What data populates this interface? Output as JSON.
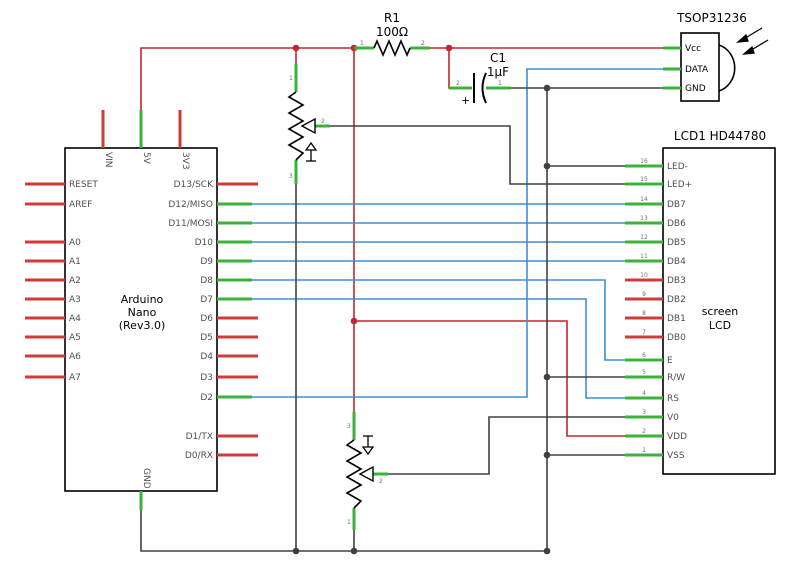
{
  "colors": {
    "power": "#c1272d",
    "signal": "#418dd9",
    "ground": "#404040",
    "pin_red": "#d23a3a",
    "pin_green": "#3bb33b",
    "body": "#000000"
  },
  "arduino": {
    "name": "Arduino",
    "name2": "Nano",
    "name3": "(Rev3.0)",
    "pins_left": [
      "RESET",
      "AREF",
      "A0",
      "A1",
      "A2",
      "A3",
      "A4",
      "A5",
      "A6",
      "A7"
    ],
    "pins_right": [
      "D13/SCK",
      "D12/MISO",
      "D11/MOSI",
      "D10",
      "D9",
      "D8",
      "D7",
      "D6",
      "D5",
      "D4",
      "D3",
      "D2",
      "D1/TX",
      "D0/RX"
    ],
    "pins_top": [
      "VIN",
      "5V",
      "3V3"
    ],
    "pin_bottom": "GND"
  },
  "lcd": {
    "title": "LCD1 HD44780",
    "screen": "screen",
    "screen2": "LCD",
    "pins": [
      "LED-",
      "LED+",
      "DB7",
      "DB6",
      "DB5",
      "DB4",
      "DB3",
      "DB2",
      "DB1",
      "DB0",
      "E",
      "R/W",
      "RS",
      "V0",
      "VDD",
      "VSS"
    ],
    "pin_numbers": [
      "16",
      "15",
      "14",
      "13",
      "12",
      "11",
      "10",
      "9",
      "8",
      "7",
      "6",
      "5",
      "4",
      "3",
      "2",
      "1"
    ]
  },
  "resistor": {
    "name": "R1",
    "value": "100Ω",
    "pin1": "1",
    "pin2": "2"
  },
  "capacitor": {
    "name": "C1",
    "value": "1µF",
    "pin1": "1",
    "pin2": "2",
    "polarity": "+"
  },
  "ir_receiver": {
    "name": "TSOP31236",
    "pins": [
      "Vcc",
      "DATA",
      "GND"
    ]
  },
  "pot_top": {
    "pin1": "1",
    "pin2": "2",
    "pin3": "3"
  },
  "pot_bottom": {
    "pin1": "1",
    "pin2": "2",
    "pin3": "3"
  }
}
